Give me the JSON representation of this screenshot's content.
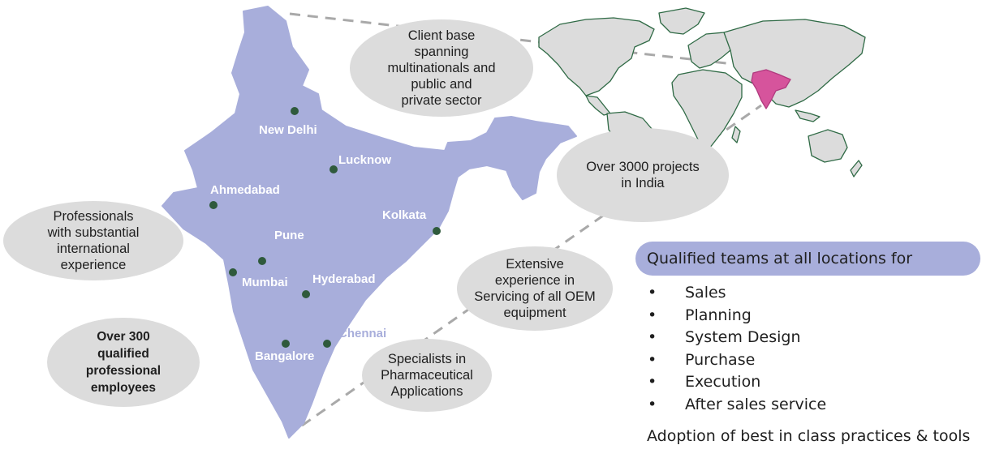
{
  "callouts": {
    "client_base": "Client base\nspanning\nmultinationals and\npublic and\nprivate sector",
    "projects": "Over 3000 projects\nin India",
    "professionals": "Professionals\nwith substantial\ninternational\nexperience",
    "servicing": "Extensive\nexperience in\nServicing of all OEM\nequipment",
    "employees": "Over 300\nqualified\nprofessional\nemployees",
    "pharma": "Specialists in\nPharmaceutical\nApplications"
  },
  "cities": {
    "new_delhi": "New Delhi",
    "lucknow": "Lucknow",
    "ahmedabad": "Ahmedabad",
    "kolkata": "Kolkata",
    "pune": "Pune",
    "mumbai": "Mumbai",
    "hyderabad": "Hyderabad",
    "chennai": "Chennai",
    "bangalore": "Bangalore"
  },
  "teams": {
    "heading": "Qualified teams at all locations for",
    "bullet_glyph": "•",
    "items": [
      "Sales",
      "Planning",
      "System Design",
      "Purchase",
      "Execution",
      "After sales service"
    ]
  },
  "adoption": "Adoption of best in class practices & tools",
  "colors": {
    "india_map": "#a8aedb",
    "world_land": "#dcdcdc",
    "world_outline": "#2f6a45",
    "india_highlight": "#d6549c",
    "city_dot": "#2f5a3c",
    "callout_fill": "#dcdcdc",
    "dashed_line": "#a9a9a9"
  }
}
